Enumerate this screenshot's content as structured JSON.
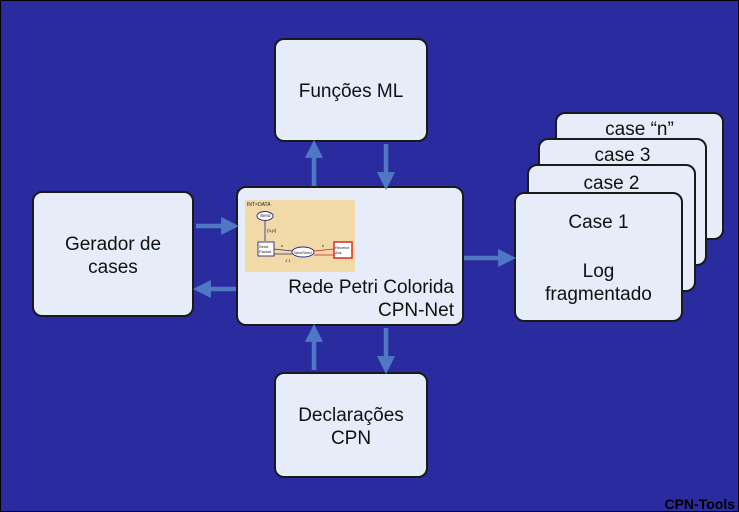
{
  "nodes": {
    "ml_functions": {
      "label": "Funções ML"
    },
    "case_generator": {
      "line1": "Gerador de",
      "line2": "cases"
    },
    "cpn_net": {
      "line1": "Rede Petri Colorida",
      "line2": "CPN-Net"
    },
    "declarations": {
      "line1": "Declarações",
      "line2": "CPN"
    }
  },
  "cases": {
    "case_n": "case “n”",
    "case_3": "case 3",
    "case_2": "case 2",
    "case_1": {
      "title": "Case 1",
      "line1": "Log",
      "line2": "fragmentado"
    }
  },
  "petri_thumbnail": {
    "label_top": "INT×DATA",
    "place_send": "Send",
    "label_mid": "(n,p)",
    "transition_send": "Send Packet",
    "place_nextsend": "NextSend",
    "transition_receive": "Receive Ack",
    "arc_n": "n",
    "arc_k": "k",
    "arc_1": "1`1"
  },
  "footer": {
    "tool_label": "CPN-Tools"
  },
  "colors": {
    "background": "#2b2ba0",
    "box_fill": "#e6ecf8",
    "arrow": "#4f78c4",
    "thumbnail_bg": "#f2d9a8"
  }
}
